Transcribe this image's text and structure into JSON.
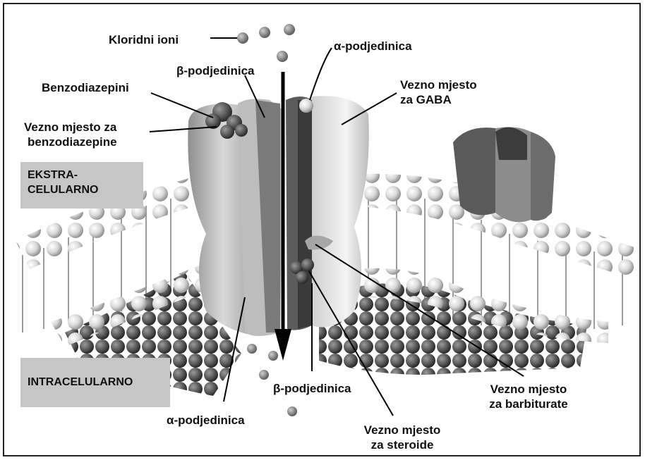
{
  "labels": {
    "chloride_ions": "Kloridni ioni",
    "beta_subunit_top": "β-podjedinica",
    "alpha_subunit_top": "α-podjedinica",
    "benzodiazepines": "Benzodiazepini",
    "benzo_site_line1": "Vezno mjesto za",
    "benzo_site_line2": "benzodiazepine",
    "gaba_site_line1": "Vezno mjesto",
    "gaba_site_line2": "za GABA",
    "beta_subunit_bottom": "β-podjedinica",
    "alpha_subunit_bottom": "α-podjedinica",
    "barbiturate_site_line1": "Vezno mjesto",
    "barbiturate_site_line2": "za barbiturate",
    "steroid_site_line1": "Vezno mjesto",
    "steroid_site_line2": "za steroide"
  },
  "regions": {
    "extracellular_line1": "EKSTRA-",
    "extracellular_line2": "CELULARNO",
    "intracellular": "INTRACELULARNO"
  }
}
